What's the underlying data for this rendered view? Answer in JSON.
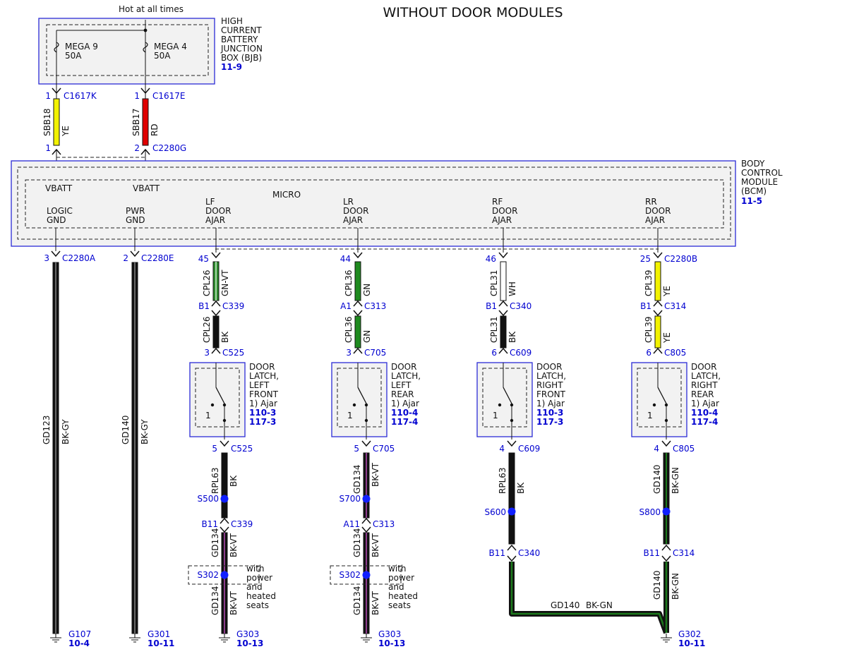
{
  "title": "WITHOUT DOOR MODULES",
  "power_label": "Hot at all times",
  "bjb": {
    "name_lines": [
      "HIGH",
      "CURRENT",
      "BATTERY",
      "JUNCTION",
      "BOX (BJB)"
    ],
    "ref": "11-9",
    "fuses": [
      {
        "name": "MEGA 9",
        "rating": "50A"
      },
      {
        "name": "MEGA 4",
        "rating": "50A"
      }
    ]
  },
  "feeds": [
    {
      "pin_top": "1",
      "conn_top": "C1617K",
      "circuit": "SBB18",
      "color_code": "YE",
      "pin_bottom": "1",
      "conn_bottom": "",
      "wire_color": "#f2f200"
    },
    {
      "pin_top": "1",
      "conn_top": "C1617E",
      "circuit": "SBB17",
      "color_code": "RD",
      "pin_bottom": "2",
      "conn_bottom": "C2280G",
      "wire_color": "#e00000"
    }
  ],
  "bcm": {
    "name_lines": [
      "BODY",
      "CONTROL",
      "MODULE",
      "(BCM)"
    ],
    "ref": "11-5",
    "micro": "MICRO",
    "vbatt": [
      "VBATT",
      "VBATT"
    ],
    "inputs": [
      {
        "l1": "LOGIC",
        "l2": "",
        "l3": "GND"
      },
      {
        "l1": "PWR",
        "l2": "",
        "l3": "GND"
      },
      {
        "l1": "LF",
        "l2": "DOOR",
        "l3": "AJAR"
      },
      {
        "l1": "LR",
        "l2": "DOOR",
        "l3": "AJAR"
      },
      {
        "l1": "RF",
        "l2": "DOOR",
        "l3": "AJAR"
      },
      {
        "l1": "RR",
        "l2": "DOOR",
        "l3": "AJAR"
      }
    ]
  },
  "ground_wires": [
    {
      "pin": "3",
      "conn": "C2280A",
      "circuit": "GD123",
      "color_code": "BK-GY",
      "ground": "G107",
      "ref": "10-4"
    },
    {
      "pin": "2",
      "conn": "C2280E",
      "circuit": "GD140",
      "color_code": "BK-GY",
      "ground": "G301",
      "ref": "10-11"
    }
  ],
  "doors": [
    {
      "bcm_pin": "45",
      "bcm_conn": "",
      "circuit": "CPL26",
      "color1": "GN-VT",
      "mid_pin": "B1",
      "mid_conn": "C339",
      "color2": "BK",
      "latch_pin": "3",
      "latch_conn": "C525",
      "latch_lines": [
        "DOOR",
        "LATCH,",
        "LEFT",
        "FRONT"
      ],
      "ajar": "1) Ajar",
      "refs": [
        "110-3",
        "117-3"
      ],
      "switch_num": "1",
      "out_pin": "5",
      "out_conn": "C525",
      "ret_circuit": "RPL63",
      "ret_color": "BK",
      "splice": "S500",
      "ret_pin": "B11",
      "ret_conn": "C339",
      "gd_circuit": "GD134",
      "gd_color": "BK-VT",
      "seat_splice": "S302",
      "seat_note": [
        "with",
        "power",
        "and",
        "heated",
        "seats"
      ],
      "gd2_circuit": "GD134",
      "gd2_color": "BK-VT",
      "ground": "G303",
      "gref": "10-13"
    },
    {
      "bcm_pin": "44",
      "bcm_conn": "",
      "circuit": "CPL36",
      "color1": "GN",
      "mid_pin": "A1",
      "mid_conn": "C313",
      "color2": "GN",
      "latch_pin": "3",
      "latch_conn": "C705",
      "latch_lines": [
        "DOOR",
        "LATCH,",
        "LEFT",
        "REAR"
      ],
      "ajar": "1) Ajar",
      "refs": [
        "110-4",
        "117-4"
      ],
      "switch_num": "1",
      "out_pin": "5",
      "out_conn": "C705",
      "ret_circuit": "GD134",
      "ret_color": "BK-VT",
      "splice": "S700",
      "ret_pin": "A11",
      "ret_conn": "C313",
      "gd_circuit": "GD134",
      "gd_color": "BK-VT",
      "seat_splice": "S302",
      "seat_note": [
        "with",
        "power",
        "and",
        "heated",
        "seats"
      ],
      "gd2_circuit": "GD134",
      "gd2_color": "BK-VT",
      "ground": "G303",
      "gref": "10-13"
    },
    {
      "bcm_pin": "46",
      "bcm_conn": "",
      "circuit": "CPL31",
      "color1": "WH",
      "mid_pin": "B1",
      "mid_conn": "C340",
      "color2": "BK",
      "latch_pin": "6",
      "latch_conn": "C609",
      "latch_lines": [
        "DOOR",
        "LATCH,",
        "RIGHT",
        "FRONT"
      ],
      "ajar": "1) Ajar",
      "refs": [
        "110-3",
        "117-3"
      ],
      "switch_num": "1",
      "out_pin": "4",
      "out_conn": "C609",
      "ret_circuit": "RPL63",
      "ret_color": "BK",
      "splice": "S600",
      "ret_pin": "B11",
      "ret_conn": "C340"
    },
    {
      "bcm_pin": "25",
      "bcm_conn": "C2280B",
      "circuit": "CPL39",
      "color1": "YE",
      "mid_pin": "B1",
      "mid_conn": "C314",
      "color2": "YE",
      "latch_pin": "6",
      "latch_conn": "C805",
      "latch_lines": [
        "DOOR",
        "LATCH,",
        "RIGHT",
        "REAR"
      ],
      "ajar": "1) Ajar",
      "refs": [
        "110-4",
        "117-4"
      ],
      "switch_num": "1",
      "out_pin": "4",
      "out_conn": "C805",
      "ret_circuit": "GD140",
      "ret_color": "BK-GN",
      "splice": "S800",
      "ret_pin": "B11",
      "ret_conn": "C314",
      "gd2_circuit": "GD140",
      "gd2_color": "BK-GN",
      "ground": "G302",
      "gref": "10-11"
    }
  ],
  "bottom_wire": {
    "circuit": "GD140",
    "color_code": "BK-GN"
  },
  "colors": {
    "blue": "#0000d0",
    "black": "#111111",
    "green_dark": "#1c7a1c",
    "violet": "#8c3c8c"
  }
}
